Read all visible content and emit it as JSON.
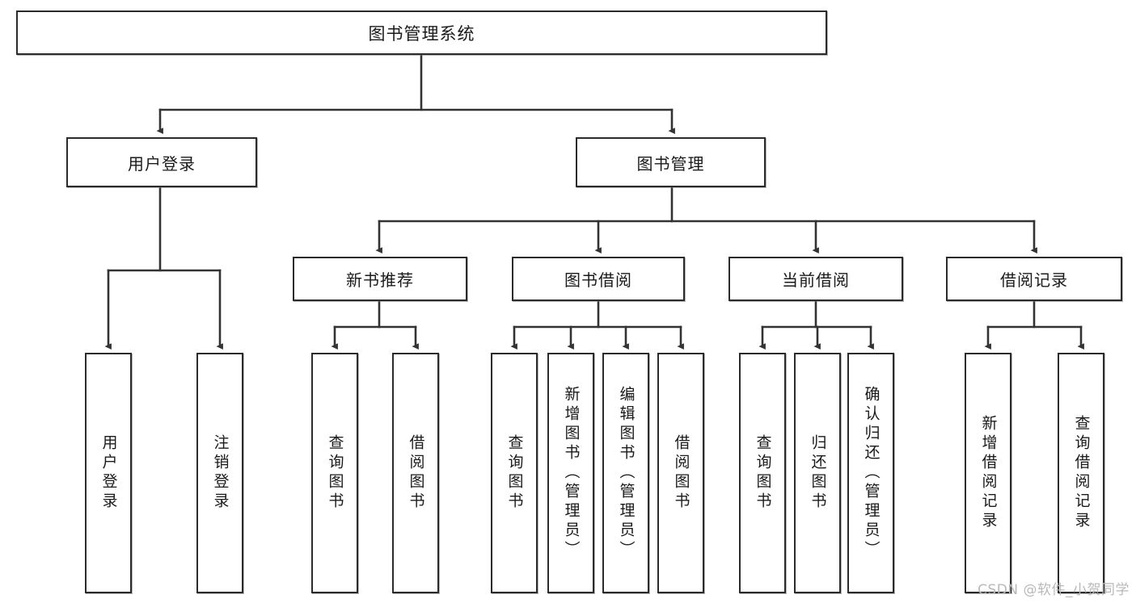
{
  "diagram": {
    "title": "图书管理系统",
    "type": "functional-structure-tree",
    "root": {
      "id": "root",
      "label": "图书管理系统"
    },
    "level2": [
      {
        "id": "user-login",
        "label": "用户登录"
      },
      {
        "id": "book-management",
        "label": "图书管理"
      }
    ],
    "level3": [
      {
        "id": "new-book-recommend",
        "label": "新书推荐"
      },
      {
        "id": "book-borrow",
        "label": "图书借阅"
      },
      {
        "id": "current-borrow",
        "label": "当前借阅"
      },
      {
        "id": "borrow-record",
        "label": "借阅记录"
      }
    ],
    "leaves": {
      "user_login": [
        {
          "id": "leaf-user-login",
          "label": "用户登录"
        },
        {
          "id": "leaf-logout-login",
          "label": "注销登录"
        }
      ],
      "new_book_recommend": [
        {
          "id": "leaf-query-book-1",
          "label": "查询图书"
        },
        {
          "id": "leaf-borrow-book-1",
          "label": "借阅图书"
        }
      ],
      "book_borrow": [
        {
          "id": "leaf-query-book-2",
          "label": "查询图书"
        },
        {
          "id": "leaf-add-book",
          "label": "新增图书（管理员）"
        },
        {
          "id": "leaf-edit-book",
          "label": "编辑图书（管理员）"
        },
        {
          "id": "leaf-borrow-book-2",
          "label": "借阅图书"
        }
      ],
      "current_borrow": [
        {
          "id": "leaf-query-book-3",
          "label": "查询图书"
        },
        {
          "id": "leaf-return-book",
          "label": "归还图书"
        },
        {
          "id": "leaf-confirm-return",
          "label": "确认归还（管理员）"
        }
      ],
      "borrow_record": [
        {
          "id": "leaf-add-record",
          "label": "新增借阅记录"
        },
        {
          "id": "leaf-query-record",
          "label": "查询借阅记录"
        }
      ]
    }
  },
  "watermark": {
    "text": "CSDN @软件_小贺同学"
  },
  "colors": {
    "border": "#2b2b2b",
    "background": "#ffffff",
    "text": "#1a1a1a",
    "connector": "#333333",
    "watermark": "#b9b9b9"
  }
}
